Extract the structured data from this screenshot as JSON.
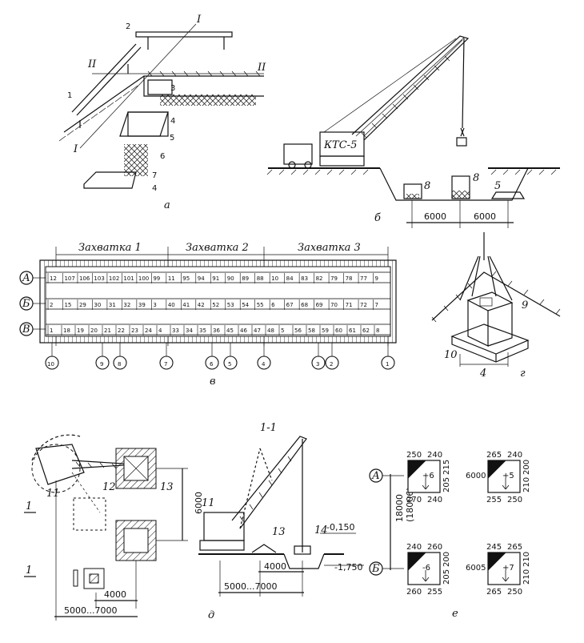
{
  "panel_a": {
    "letter": "а",
    "numbers": [
      "1",
      "2",
      "3",
      "4",
      "5",
      "6",
      "7",
      "4"
    ],
    "sections": [
      "I",
      "I",
      "II",
      "II"
    ]
  },
  "panel_b": {
    "letter": "б",
    "crane_label": "КТС-5",
    "numbers": [
      "8",
      "8",
      "5"
    ],
    "dims": [
      "6000",
      "6000"
    ]
  },
  "panel_v": {
    "letter": "в",
    "zones": [
      "Захватка 1",
      "Захватка 2",
      "Захватка 3"
    ],
    "row_markers": [
      "А",
      "Б",
      "В"
    ],
    "col_markers": [
      "10",
      "9",
      "8",
      "7",
      "6",
      "5",
      "4",
      "3",
      "2",
      "1"
    ],
    "row_a": [
      "12",
      "107",
      "106",
      "103",
      "102",
      "101",
      "100",
      "99",
      "11",
      "95",
      "94",
      "91",
      "90",
      "89",
      "88",
      "10",
      "84",
      "83",
      "82",
      "79",
      "78",
      "77",
      "9"
    ],
    "row_b": [
      "2",
      "15",
      "29",
      "30",
      "31",
      "32",
      "39",
      "3",
      "40",
      "41",
      "42",
      "52",
      "53",
      "54",
      "55",
      "6",
      "67",
      "68",
      "69",
      "70",
      "71",
      "72",
      "7"
    ],
    "row_c": [
      "1",
      "18",
      "19",
      "20",
      "21",
      "22",
      "23",
      "24",
      "4",
      "33",
      "34",
      "35",
      "36",
      "45",
      "46",
      "47",
      "48",
      "5",
      "56",
      "58",
      "59",
      "60",
      "61",
      "62",
      "8"
    ]
  },
  "panel_g": {
    "letter": "г",
    "numbers": [
      "9",
      "10",
      "4"
    ]
  },
  "panel_d": {
    "letter": "д",
    "section_title": "1-1",
    "numbers": [
      "11",
      "12",
      "13",
      "11",
      "13",
      "14"
    ],
    "section_marks": [
      "1",
      "1"
    ],
    "dims": [
      "6000",
      "4000",
      "5000...7000",
      "4000",
      "5000...7000"
    ],
    "elevations": [
      "-0,150",
      "-1,750"
    ]
  },
  "panel_e": {
    "letter": "е",
    "row_markers": [
      "А",
      "Б"
    ],
    "vertical_dim": "18000",
    "vertical_dim_sub": "(18006)",
    "blocks": [
      {
        "top_left": "250",
        "top_right": "240",
        "right_top": "215",
        "right_bottom": "205",
        "bottom_left": "270",
        "bottom_right": "240",
        "left": "",
        "center": "+6"
      },
      {
        "top_left": "265",
        "top_right": "240",
        "right_top": "200",
        "right_bottom": "210",
        "bottom_left": "255",
        "bottom_right": "250",
        "left": "6000",
        "center": "+5"
      },
      {
        "top_left": "240",
        "top_right": "260",
        "right_top": "200",
        "right_bottom": "205",
        "bottom_left": "260",
        "bottom_right": "255",
        "left": "",
        "center": "-6"
      },
      {
        "top_left": "245",
        "top_right": "265",
        "right_top": "210",
        "right_bottom": "210",
        "bottom_left": "265",
        "bottom_right": "250",
        "left": "6005",
        "center": "+7"
      }
    ]
  }
}
